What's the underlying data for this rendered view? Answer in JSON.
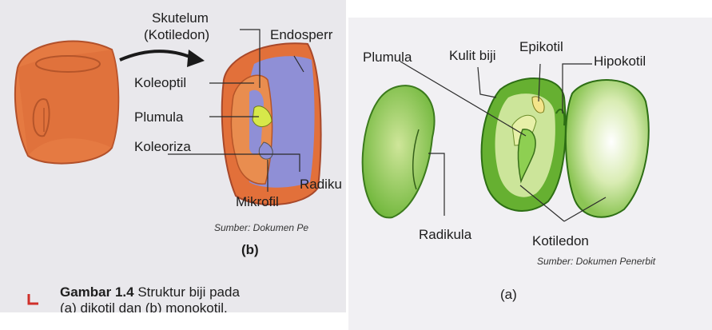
{
  "panel_b": {
    "labels": {
      "skutelum": "Skutelum",
      "kotiledon_paren": "(Kotiledon)",
      "endosperm": "Endosperr",
      "koleoptil": "Koleoptil",
      "plumula": "Plumula",
      "koleoriza": "Koleoriza",
      "radikula": "Radiku",
      "mikrofil": "Mikrofil"
    },
    "source": "Sumber: Dokumen Pe",
    "panel_letter": "(b)",
    "caption": {
      "bold": "Gambar 1.4",
      "line1_rest": " Struktur biji pada",
      "line2": "(a) dikotil dan (b) monokotil."
    }
  },
  "panel_a": {
    "labels": {
      "plumula": "Plumula",
      "kulit_biji": "Kulit biji",
      "epikotil": "Epikotil",
      "hipokotil": "Hipokotil",
      "radikula": "Radikula",
      "kotiledon": "Kotiledon"
    },
    "source": "Sumber: Dokumen Penerbit",
    "panel_letter": "(a)"
  },
  "colors": {
    "corn_orange": "#e0703c",
    "endosperm_blue": "#8f8fd6",
    "seed_green": "#68b230",
    "seed_light": "#dcefb4"
  }
}
